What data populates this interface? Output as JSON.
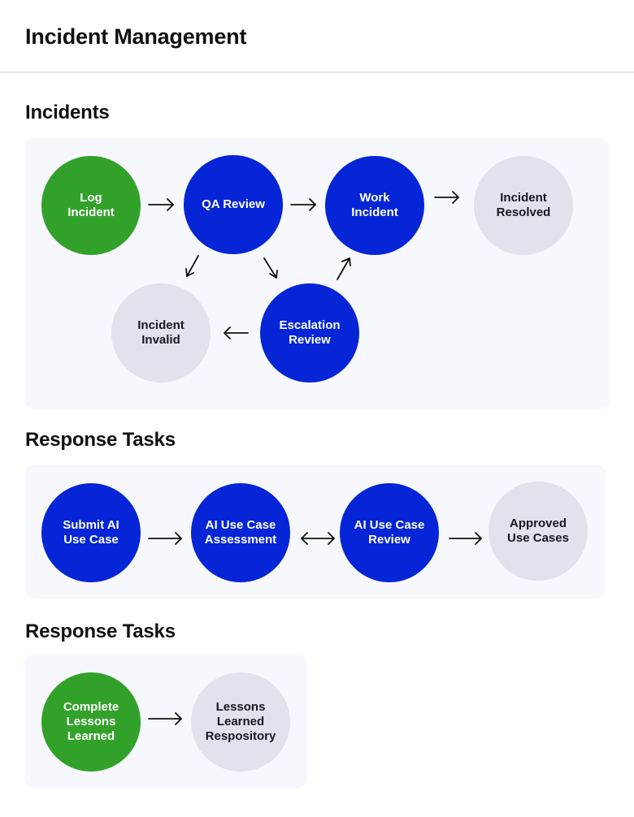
{
  "header": {
    "title": "Incident Management"
  },
  "sections": [
    {
      "title": "Incidents",
      "nodes": [
        {
          "label": "Log\nIncident",
          "status": "start"
        },
        {
          "label": "QA Review",
          "status": "active"
        },
        {
          "label": "Work\nIncident",
          "status": "active"
        },
        {
          "label": "Incident\nResolved",
          "status": "end"
        },
        {
          "label": "Escalation\nReview",
          "status": "active"
        },
        {
          "label": "Incident\nInvalid",
          "status": "end"
        }
      ]
    },
    {
      "title": "Response Tasks",
      "nodes": [
        {
          "label": "Submit AI\nUse Case",
          "status": "active"
        },
        {
          "label": "AI Use Case\nAssessment",
          "status": "active"
        },
        {
          "label": "AI Use Case\nReview",
          "status": "active"
        },
        {
          "label": "Approved\nUse Cases",
          "status": "end"
        }
      ]
    },
    {
      "title": "Response Tasks",
      "nodes": [
        {
          "label": "Complete\nLessons\nLearned",
          "status": "start"
        },
        {
          "label": "Lessons\nLearned\nRespository",
          "status": "end"
        }
      ]
    }
  ],
  "colors": {
    "active": "#0525d6",
    "start": "#32a12a",
    "end": "#e1e2ec",
    "panel": "#f7f8fd"
  }
}
